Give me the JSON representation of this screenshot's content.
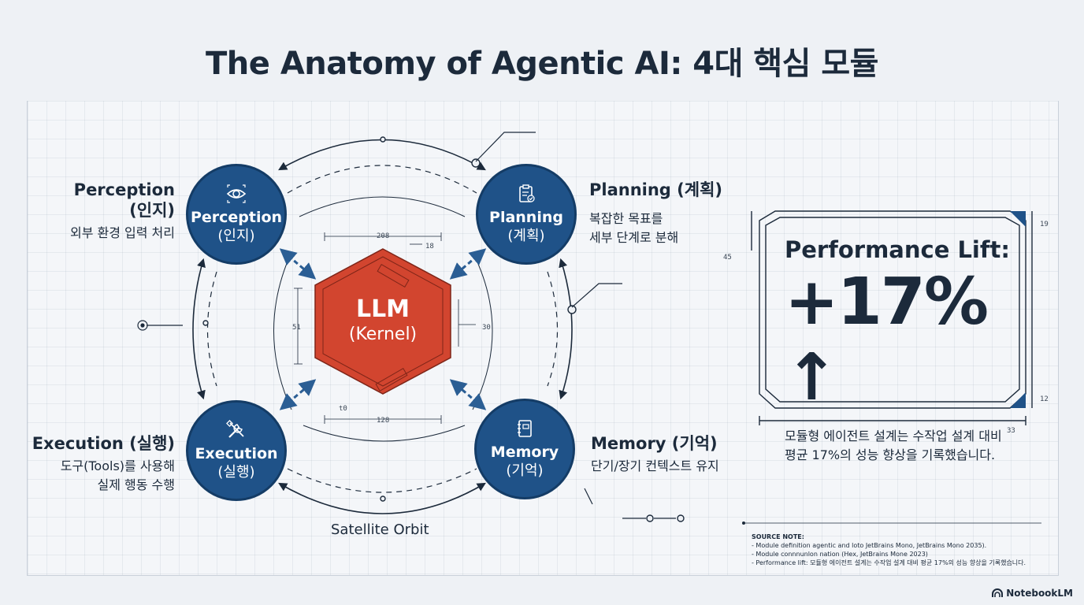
{
  "title": "The Anatomy of Agentic AI: 4대 핵심 모듈",
  "kernel": {
    "line1": "LLM",
    "line2": "(Kernel)"
  },
  "modules": {
    "perception": {
      "node_title": "Perception",
      "node_sub": "(인지)",
      "side_title_1": "Perception",
      "side_title_2": "(인지)",
      "side_desc": "외부 환경 입력 처리",
      "icon": "eye-icon"
    },
    "planning": {
      "node_title": "Planning",
      "node_sub": "(계획)",
      "side_title": "Planning (계획)",
      "side_desc_1": "복잡한 목표를",
      "side_desc_2": "세부 단계로 분해",
      "icon": "clipboard-icon"
    },
    "execution": {
      "node_title": "Execution",
      "node_sub": "(실행)",
      "side_title": "Execution (실행)",
      "side_desc_1": "도구(Tools)를 사용해",
      "side_desc_2": "실제 행동 수행",
      "icon": "tools-icon"
    },
    "memory": {
      "node_title": "Memory",
      "node_sub": "(기억)",
      "side_title": "Memory (기억)",
      "side_desc": "단기/장기 컨텍스트 유지",
      "icon": "notebook-icon"
    }
  },
  "orbit_label": "Satellite Orbit",
  "performance": {
    "heading": "Performance Lift:",
    "value": "+17% ↑",
    "desc_1": "모듈형 에이전트 설계는 수작업 설계 대비",
    "desc_2": "평균 17%의 성능 향상을 기록했습니다."
  },
  "dimensions": {
    "top": "208",
    "corner": "18",
    "left": "51",
    "right": "30",
    "bottom": "128",
    "bottom_left": "t0",
    "box_top": "19",
    "box_right": "12",
    "box_bottom": "33",
    "mark_45": "45"
  },
  "source_note": {
    "title": "SOURCE NOTE:",
    "line1": "- Module definition agentic and loto JetBrains Mono, JetBrains Mono 2035).",
    "line2": "- Module connnunlon nation (Hex, JetBrains Mone 2023)",
    "line3": "- Performance lift: 모듈형 에이전트 설계는 수작업 설계 대비 평균 17%의 성능 향상을 기록했습니다."
  },
  "brand": "NotebookLM",
  "colors": {
    "node": "#1f5288",
    "kernel": "#d2452f",
    "text": "#1c2a3b",
    "background": "#eef1f5"
  }
}
